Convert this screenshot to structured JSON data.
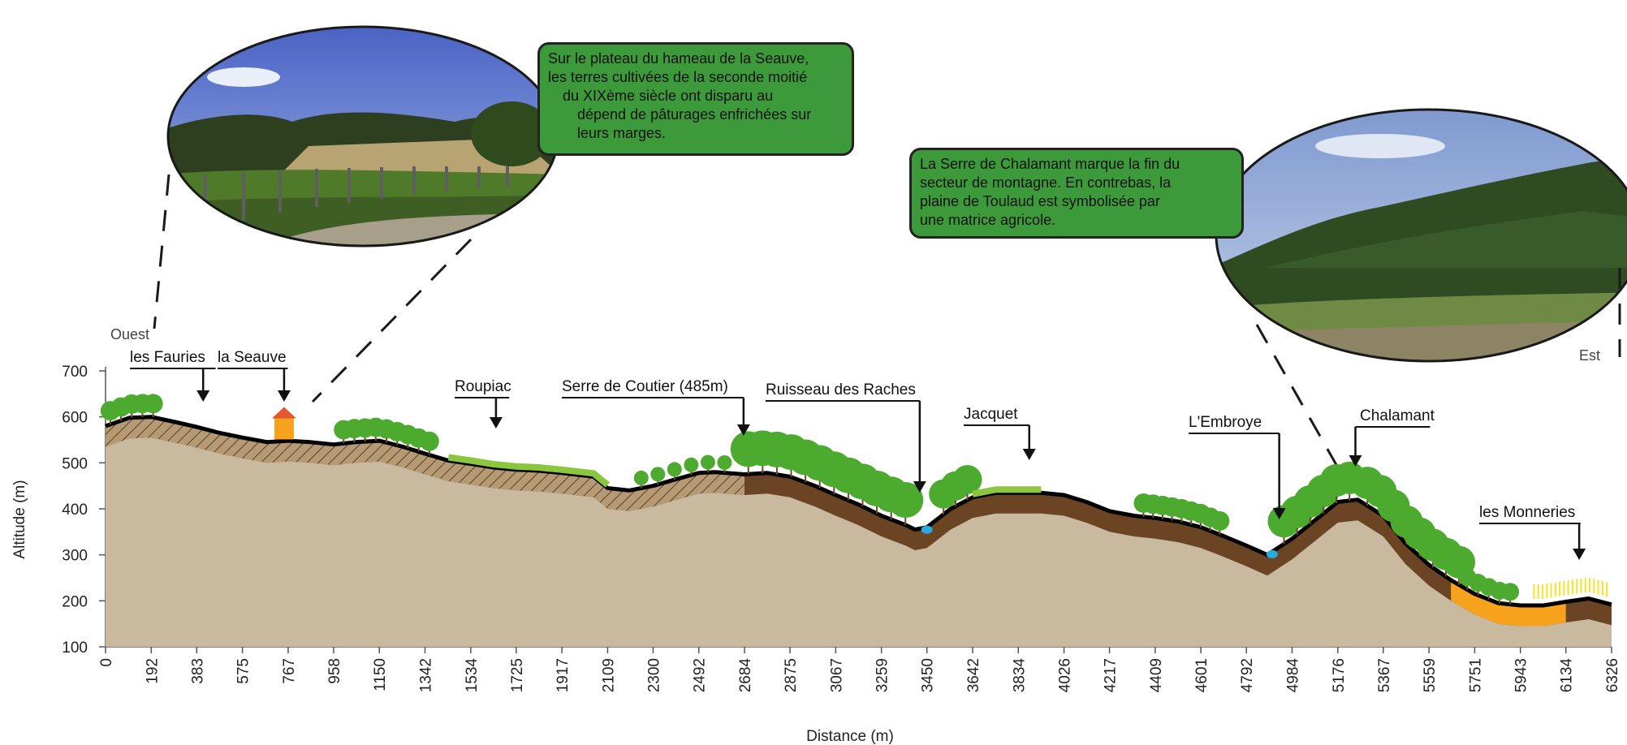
{
  "chart_data": {
    "type": "area",
    "xlabel": "Distance (m)",
    "ylabel": "Altitude (m)",
    "ylim": [
      100,
      700
    ],
    "yticks": [
      100,
      200,
      300,
      400,
      500,
      600,
      700
    ],
    "xticks": [
      "0",
      "192",
      "383",
      "575",
      "767",
      "958",
      "1150",
      "1342",
      "1534",
      "1725",
      "1917",
      "2109",
      "2300",
      "2492",
      "2684",
      "2875",
      "3067",
      "3259",
      "3450",
      "3642",
      "3834",
      "4026",
      "4217",
      "4409",
      "4601",
      "4792",
      "4984",
      "5176",
      "5367",
      "5559",
      "5751",
      "5943",
      "6134",
      "6326"
    ],
    "profile": [
      [
        0,
        580
      ],
      [
        100,
        598
      ],
      [
        192,
        600
      ],
      [
        300,
        588
      ],
      [
        383,
        578
      ],
      [
        480,
        565
      ],
      [
        575,
        555
      ],
      [
        680,
        545
      ],
      [
        767,
        548
      ],
      [
        860,
        545
      ],
      [
        958,
        540
      ],
      [
        1050,
        545
      ],
      [
        1150,
        548
      ],
      [
        1250,
        535
      ],
      [
        1342,
        520
      ],
      [
        1440,
        505
      ],
      [
        1534,
        498
      ],
      [
        1630,
        490
      ],
      [
        1725,
        485
      ],
      [
        1820,
        483
      ],
      [
        1917,
        478
      ],
      [
        2050,
        470
      ],
      [
        2109,
        445
      ],
      [
        2200,
        440
      ],
      [
        2300,
        450
      ],
      [
        2400,
        465
      ],
      [
        2492,
        478
      ],
      [
        2560,
        480
      ],
      [
        2684,
        475
      ],
      [
        2780,
        478
      ],
      [
        2875,
        470
      ],
      [
        2980,
        450
      ],
      [
        3067,
        430
      ],
      [
        3160,
        410
      ],
      [
        3259,
        385
      ],
      [
        3360,
        365
      ],
      [
        3400,
        355
      ],
      [
        3450,
        360
      ],
      [
        3550,
        400
      ],
      [
        3642,
        425
      ],
      [
        3740,
        435
      ],
      [
        3834,
        435
      ],
      [
        3930,
        435
      ],
      [
        4026,
        430
      ],
      [
        4120,
        415
      ],
      [
        4217,
        395
      ],
      [
        4320,
        385
      ],
      [
        4409,
        380
      ],
      [
        4510,
        372
      ],
      [
        4601,
        360
      ],
      [
        4700,
        340
      ],
      [
        4792,
        320
      ],
      [
        4880,
        300
      ],
      [
        4984,
        335
      ],
      [
        5080,
        375
      ],
      [
        5176,
        415
      ],
      [
        5260,
        420
      ],
      [
        5367,
        385
      ],
      [
        5460,
        325
      ],
      [
        5559,
        278
      ],
      [
        5651,
        245
      ],
      [
        5751,
        215
      ],
      [
        5850,
        195
      ],
      [
        5943,
        190
      ],
      [
        6040,
        190
      ],
      [
        6134,
        198
      ],
      [
        6230,
        205
      ],
      [
        6326,
        192
      ]
    ]
  },
  "compass": {
    "west": "Ouest",
    "east": "Est"
  },
  "places": [
    {
      "name": "les Fauries",
      "x": 410
    },
    {
      "name": "la Seauve",
      "x": 750
    },
    {
      "name": "Roupiac",
      "x": 1640
    },
    {
      "name": "Serre de Coutier (485m)",
      "x": 2680
    },
    {
      "name": "Ruisseau des Raches",
      "x": 3420
    },
    {
      "name": "Jacquet",
      "x": 3880
    },
    {
      "name": "L'Embroye",
      "x": 4930
    },
    {
      "name": "Chalamant",
      "x": 5250
    },
    {
      "name": "les Monneries",
      "x": 6190
    }
  ],
  "callouts": {
    "left": [
      "Sur le plateau du hameau de la Seauve,",
      "les terres cultivées de la seconde moitié",
      "du XIXème siècle ont disparu au",
      "dépend de pâturages enfrichées sur",
      "leurs marges."
    ],
    "right": [
      "La Serre de Chalamant marque la fin du",
      "secteur de montagne. En contrebas, la",
      "plaine de Toulaud est symbolisée par",
      "une matrice agricole."
    ]
  },
  "colors": {
    "bedrock": "#c8b99f",
    "soil": "#6b4523",
    "hatch": "#a78a64",
    "tree": "#4caa2f",
    "grass": "#8cc63f",
    "orange_soil": "#f6a21d",
    "water": "#29abe2",
    "callout_bg": "#3d9a3a"
  },
  "photos": [
    "photo-plateau-seauve",
    "photo-serre-chalamant"
  ]
}
